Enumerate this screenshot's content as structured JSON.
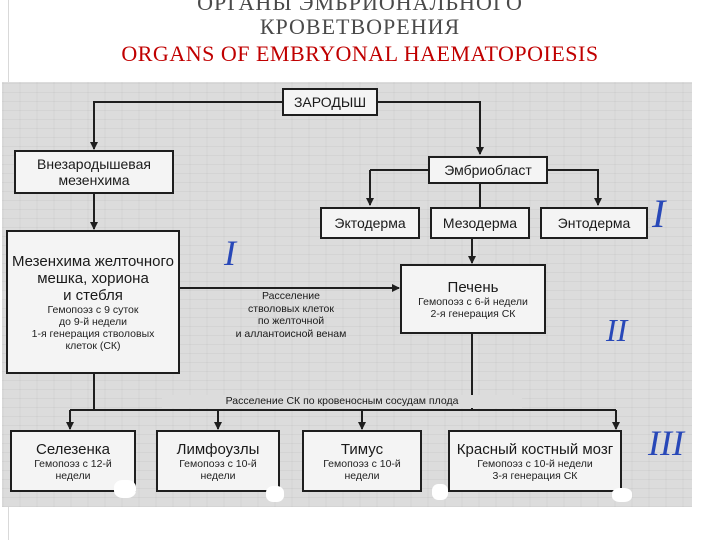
{
  "header": {
    "title_ru_line1": "ОРГАНЫ ЭМБРИОНАЛЬНОГО",
    "title_ru_line2": "КРОВЕТВОРЕНИЯ",
    "title_en": "ORGANS OF EMBRYONAL HAEMATOPOIESIS"
  },
  "diagram": {
    "zarodysh": "ЗАРОДЫШ",
    "vnezarod_l1": "Внезародышевая",
    "vnezarod_l2": "мезенхима",
    "embrioblast": "Эмбриобласт",
    "ektoderma": "Эктодерма",
    "mezoderma": "Мезодерма",
    "entoderma": "Энтодерма",
    "yolk_l1": "Мезенхима желточного",
    "yolk_l2": "мешка, хориона",
    "yolk_l3": "и стебля",
    "yolk_s1": "Гемопоэз с 9 суток",
    "yolk_s2": "до 9-й недели",
    "yolk_s3": "1-я генерация стволовых",
    "yolk_s4": "клеток (СК)",
    "migration_l1": "Расселение",
    "migration_l2": "стволовых клеток",
    "migration_l3": "по желточной",
    "migration_l4": "и аллантоисной венам",
    "pechen": "Печень",
    "pechen_s1": "Гемопоэз с 6-й недели",
    "pechen_s2": "2-я генерация СК",
    "vessels": "Расселение СК по кровеносным сосудам плода",
    "selezenka": "Селезенка",
    "selezenka_s1": "Гемопоэз с 12-й",
    "selezenka_s2": "недели",
    "limfouzly": "Лимфоузлы",
    "limfouzly_s1": "Гемопоэз с 10-й",
    "limfouzly_s2": "недели",
    "timus": "Тимус",
    "timus_s1": "Гемопоэз с 10-й",
    "timus_s2": "недели",
    "kkm": "Красный костный мозг",
    "kkm_s1": "Гемопоэз с 10-й недели",
    "kkm_s2": "3-я генерация СК"
  },
  "annotations": {
    "mark_1": "I",
    "mark_2": "II",
    "mark_3": "III",
    "mark_4": "I"
  },
  "colors": {
    "title_en": "#c00000",
    "title_ru": "#4a4a4a",
    "pen_marks": "#2848b8"
  }
}
